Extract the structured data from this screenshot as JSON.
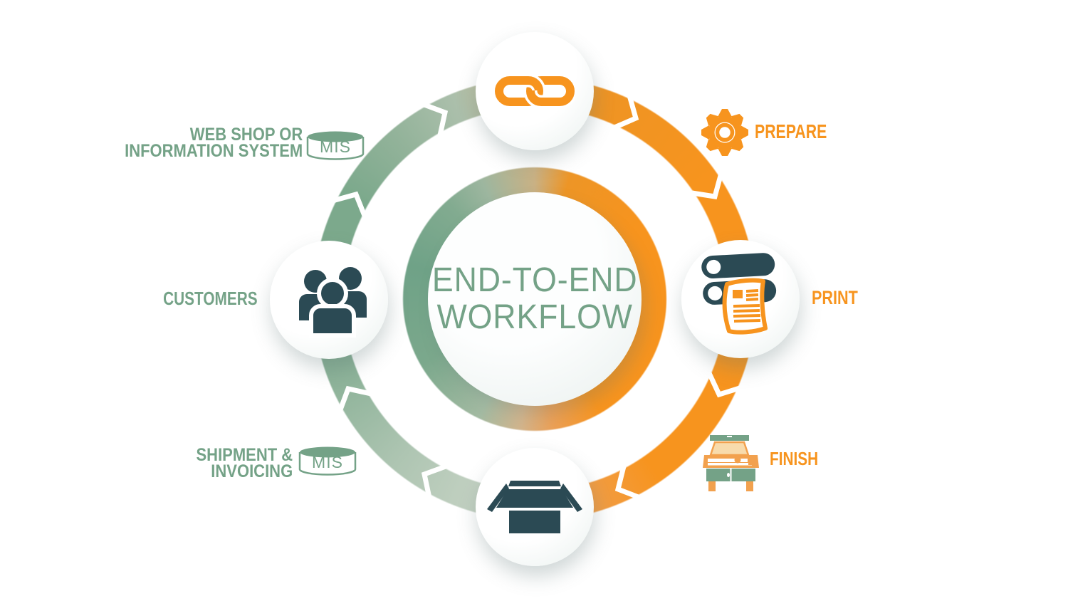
{
  "center": {
    "line1": "END-TO-END",
    "line2": "WORKFLOW"
  },
  "stages": {
    "web_shop": {
      "line1": "WEB SHOP OR",
      "line2": "INFORMATION SYSTEM",
      "badge": "MIS"
    },
    "prepare": {
      "label": "PREPARE"
    },
    "print": {
      "label": "PRINT"
    },
    "finish": {
      "label": "FINISH"
    },
    "shipment": {
      "line1": "SHIPMENT &",
      "line2": "INVOICING",
      "badge": "MIS"
    },
    "customers": {
      "label": "CUSTOMERS"
    }
  },
  "icons": {
    "top_node": "chain-link-icon",
    "right_node": "print-rollers-icon",
    "bottom_node": "open-box-icon",
    "left_node": "customers-icon",
    "prepare": "gear-icon",
    "finish": "finishing-machine-icon",
    "web_shop_badge": "database-cylinder-icon",
    "shipment_badge": "database-cylinder-icon"
  },
  "colors": {
    "orange": "#F7941E",
    "green": "#74A287",
    "dark_teal": "#2B4A54",
    "pale_green": "#C2D2C3",
    "tan_blend": "#C9B184",
    "cream": "#F8DBAC",
    "machine_orange": "#F2A14E",
    "background": "#FFFFFF"
  }
}
